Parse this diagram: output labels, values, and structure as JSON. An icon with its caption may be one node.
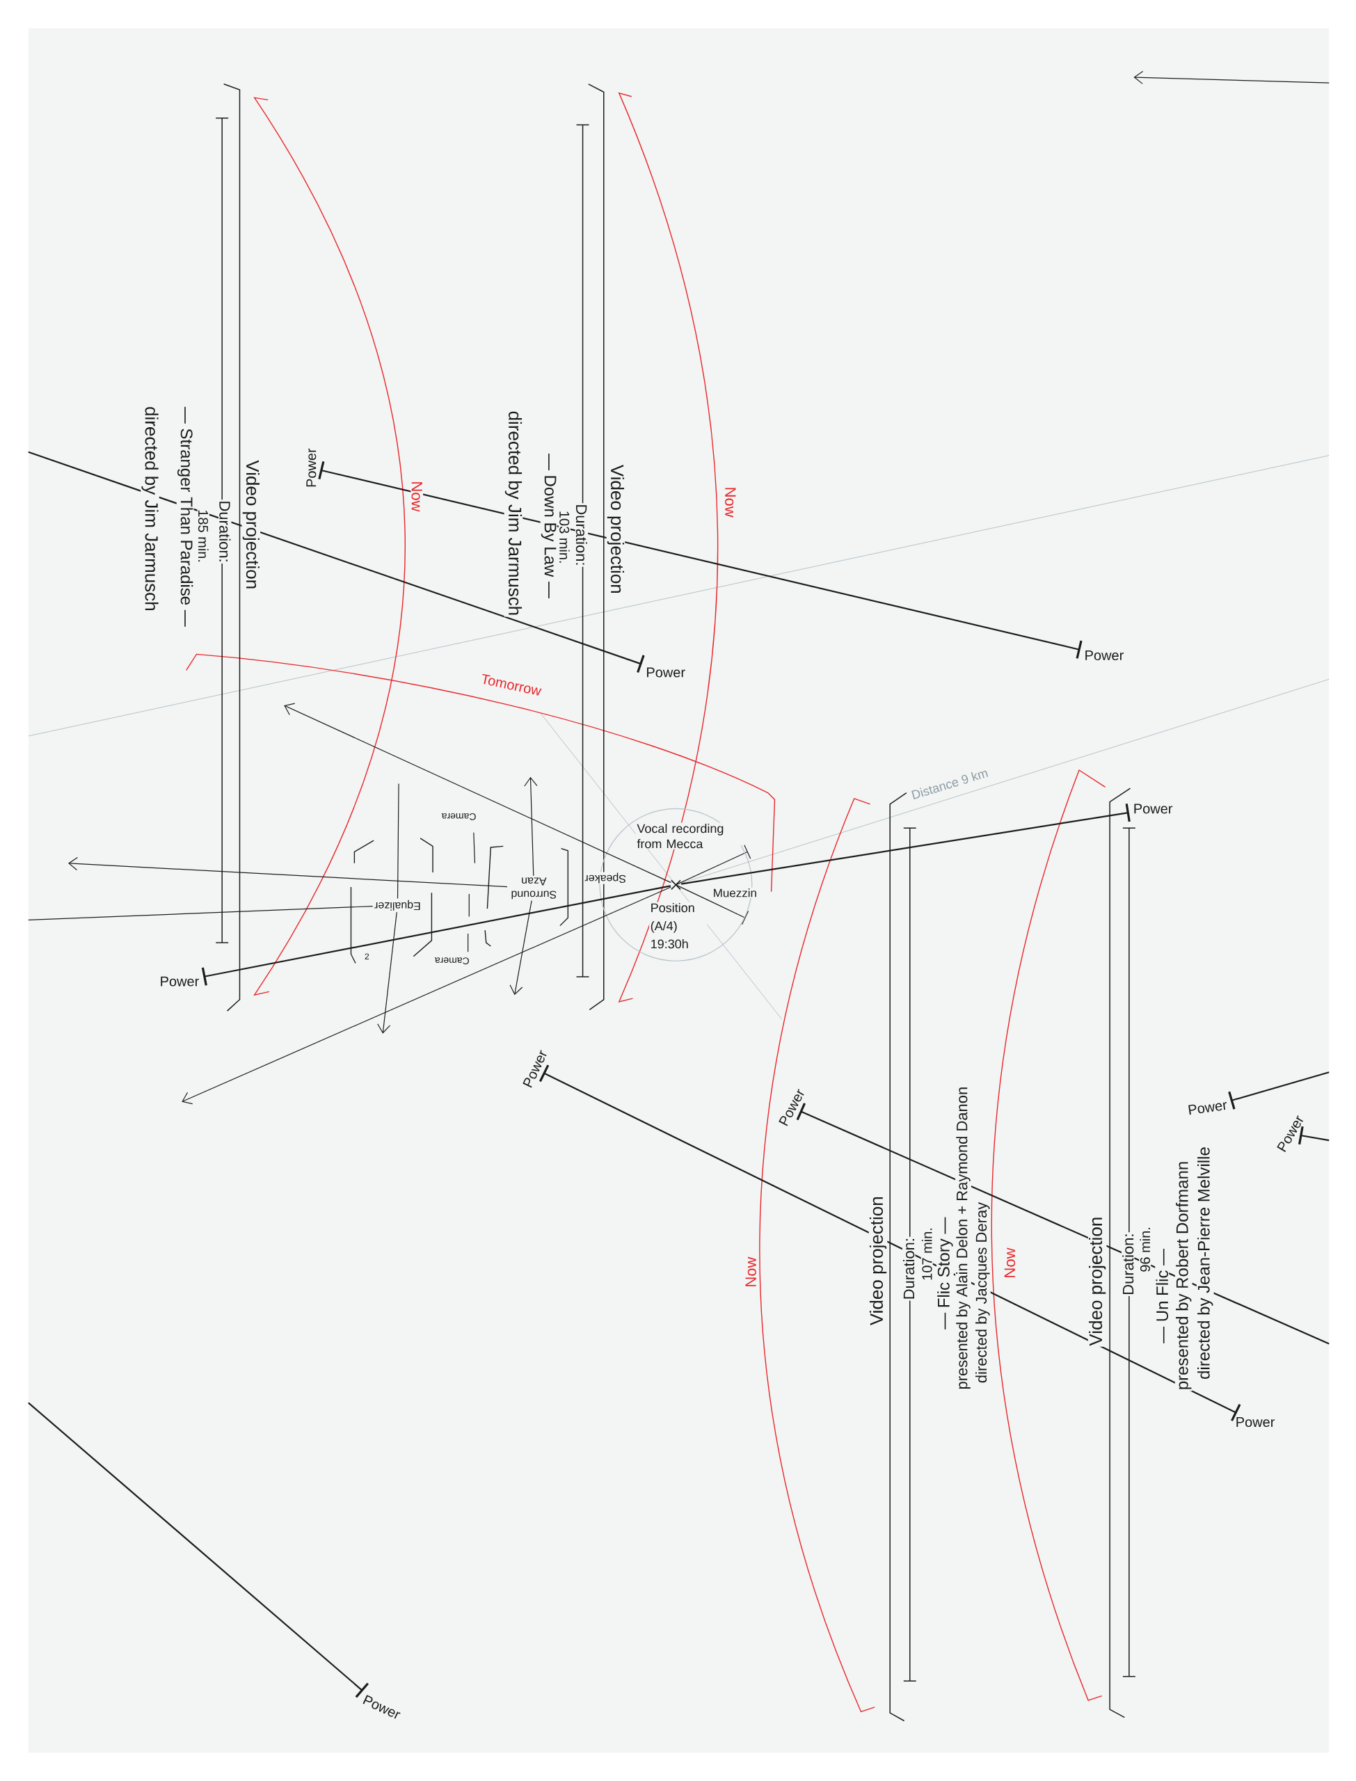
{
  "diagram": {
    "nodes": [
      {
        "text": [
          "Power"
        ]
      },
      {
        "text": [
          "Power"
        ]
      },
      {
        "text": [
          "Power"
        ]
      },
      {
        "text": [
          "Equalizer"
        ]
      },
      {
        "text": [
          "Surround Azan"
        ]
      },
      {
        "text": [
          "Vocal recording from Mecca",
          "Muezzin",
          "Position (A/4) 19:30h"
        ]
      },
      {
        "text": [],
        "shape": "cross",
        "in": 5
      },
      {
        "text": [
          "Power"
        ]
      },
      {
        "text": [
          "Power"
        ]
      },
      {
        "text": [
          "Power"
        ]
      },
      {
        "text": [
          "Power"
        ]
      },
      {
        "text": [
          "Power"
        ]
      },
      {
        "text": [
          "Power"
        ]
      },
      {
        "text": [
          "Power"
        ]
      },
      {
        "text": [
          "Power"
        ]
      }
    ],
    "edges": [
      {
        "from": 0,
        "to": 2,
        "arrow": "other"
      },
      {
        "from": null,
        "to": 1,
        "arrow": "other"
      },
      {
        "from": 7,
        "to": 6,
        "arrow": "other"
      },
      {
        "from": 6,
        "to": 8,
        "arrow": "other"
      },
      {
        "from": 9,
        "to": 13,
        "arrow": "other"
      },
      {
        "from": 10,
        "to": null,
        "arrow": "other"
      },
      {
        "from": 11,
        "to": null,
        "arrow": "other"
      },
      {
        "from": 12,
        "to": null,
        "arrow": "other"
      },
      {
        "from": 14,
        "to": null,
        "arrow": "other"
      },
      {
        "from": 6,
        "to": null,
        "arrow": "to"
      },
      {
        "from": 6,
        "to": null,
        "arrow": "to"
      },
      {
        "from": 4,
        "to": null,
        "arrow": "to"
      },
      {
        "from": 4,
        "to": null,
        "arrow": "to"
      },
      {
        "from": 4,
        "to": null,
        "arrow": "to"
      },
      {
        "from": 3,
        "to": null,
        "arrow": "to"
      },
      {
        "from": 3,
        "to": null,
        "arrow": "none"
      },
      {
        "from": 3,
        "to": null,
        "arrow": "none"
      }
    ],
    "labels": [
      "Video projection",
      "Duration:",
      "185 min.",
      "— Stranger Than Paradise —",
      "directed by Jim Jarmusch",
      "Now",
      "Video projection",
      "Duration:",
      "103 min.",
      "— Down By Law —",
      "directed by Jim Jarmusch",
      "Now",
      "Tomorrow",
      "Camera",
      "Speaker",
      "2",
      "Camera",
      "Distance 9 km",
      "Now",
      "Video projection",
      "Duration:",
      "107 min.",
      "— Flic Story —",
      "presented by Alain Delon + Raymond Danon",
      "directed by Jacques Deray",
      "Now",
      "Video projection",
      "Duration:",
      "96 min.",
      "— Un Flic —",
      "presented by Robert Dorfmann",
      "directed by Jean-Pierre Melville"
    ]
  }
}
